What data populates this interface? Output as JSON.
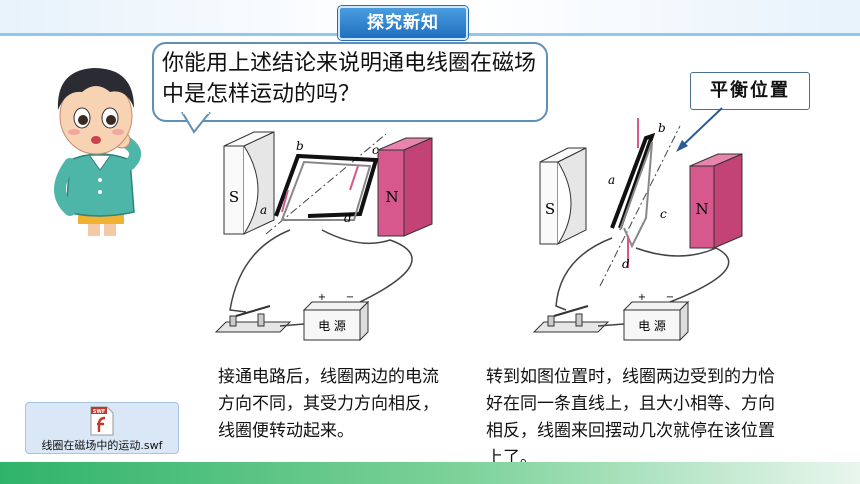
{
  "header": {
    "title": "探究新知"
  },
  "bubble": {
    "text": "你能用上述结论来说明通电线圈在磁场中是怎样运动的吗？"
  },
  "balance_label": "平衡位置",
  "left_figure": {
    "magnet_s": "S",
    "magnet_n": "N",
    "points": {
      "a": "a",
      "b": "b",
      "c": "c",
      "d": "d"
    },
    "battery_label": "电 源",
    "plus": "+",
    "minus": "−"
  },
  "right_figure": {
    "magnet_s": "S",
    "magnet_n": "N",
    "points": {
      "a": "a",
      "b": "b",
      "c": "c",
      "d": "d"
    },
    "battery_label": "电 源",
    "plus": "+",
    "minus": "−"
  },
  "captions": {
    "left": "接通电路后，线圈两边的电流方向不同，其受力方向相反，线圈便转动起来。",
    "right": "转到如图位置时，线圈两边受到的力恰好在同一条直线上，且大小相等、方向相反，线圈来回摆动几次就停在该位置上了。"
  },
  "swf": {
    "badge": "SWF",
    "filename": "线圈在磁场中的运动.swf"
  },
  "colors": {
    "accent_blue": "#1f6fc0",
    "magnet_pink": "#d6588c",
    "bottom_green": "#2fb36a"
  }
}
